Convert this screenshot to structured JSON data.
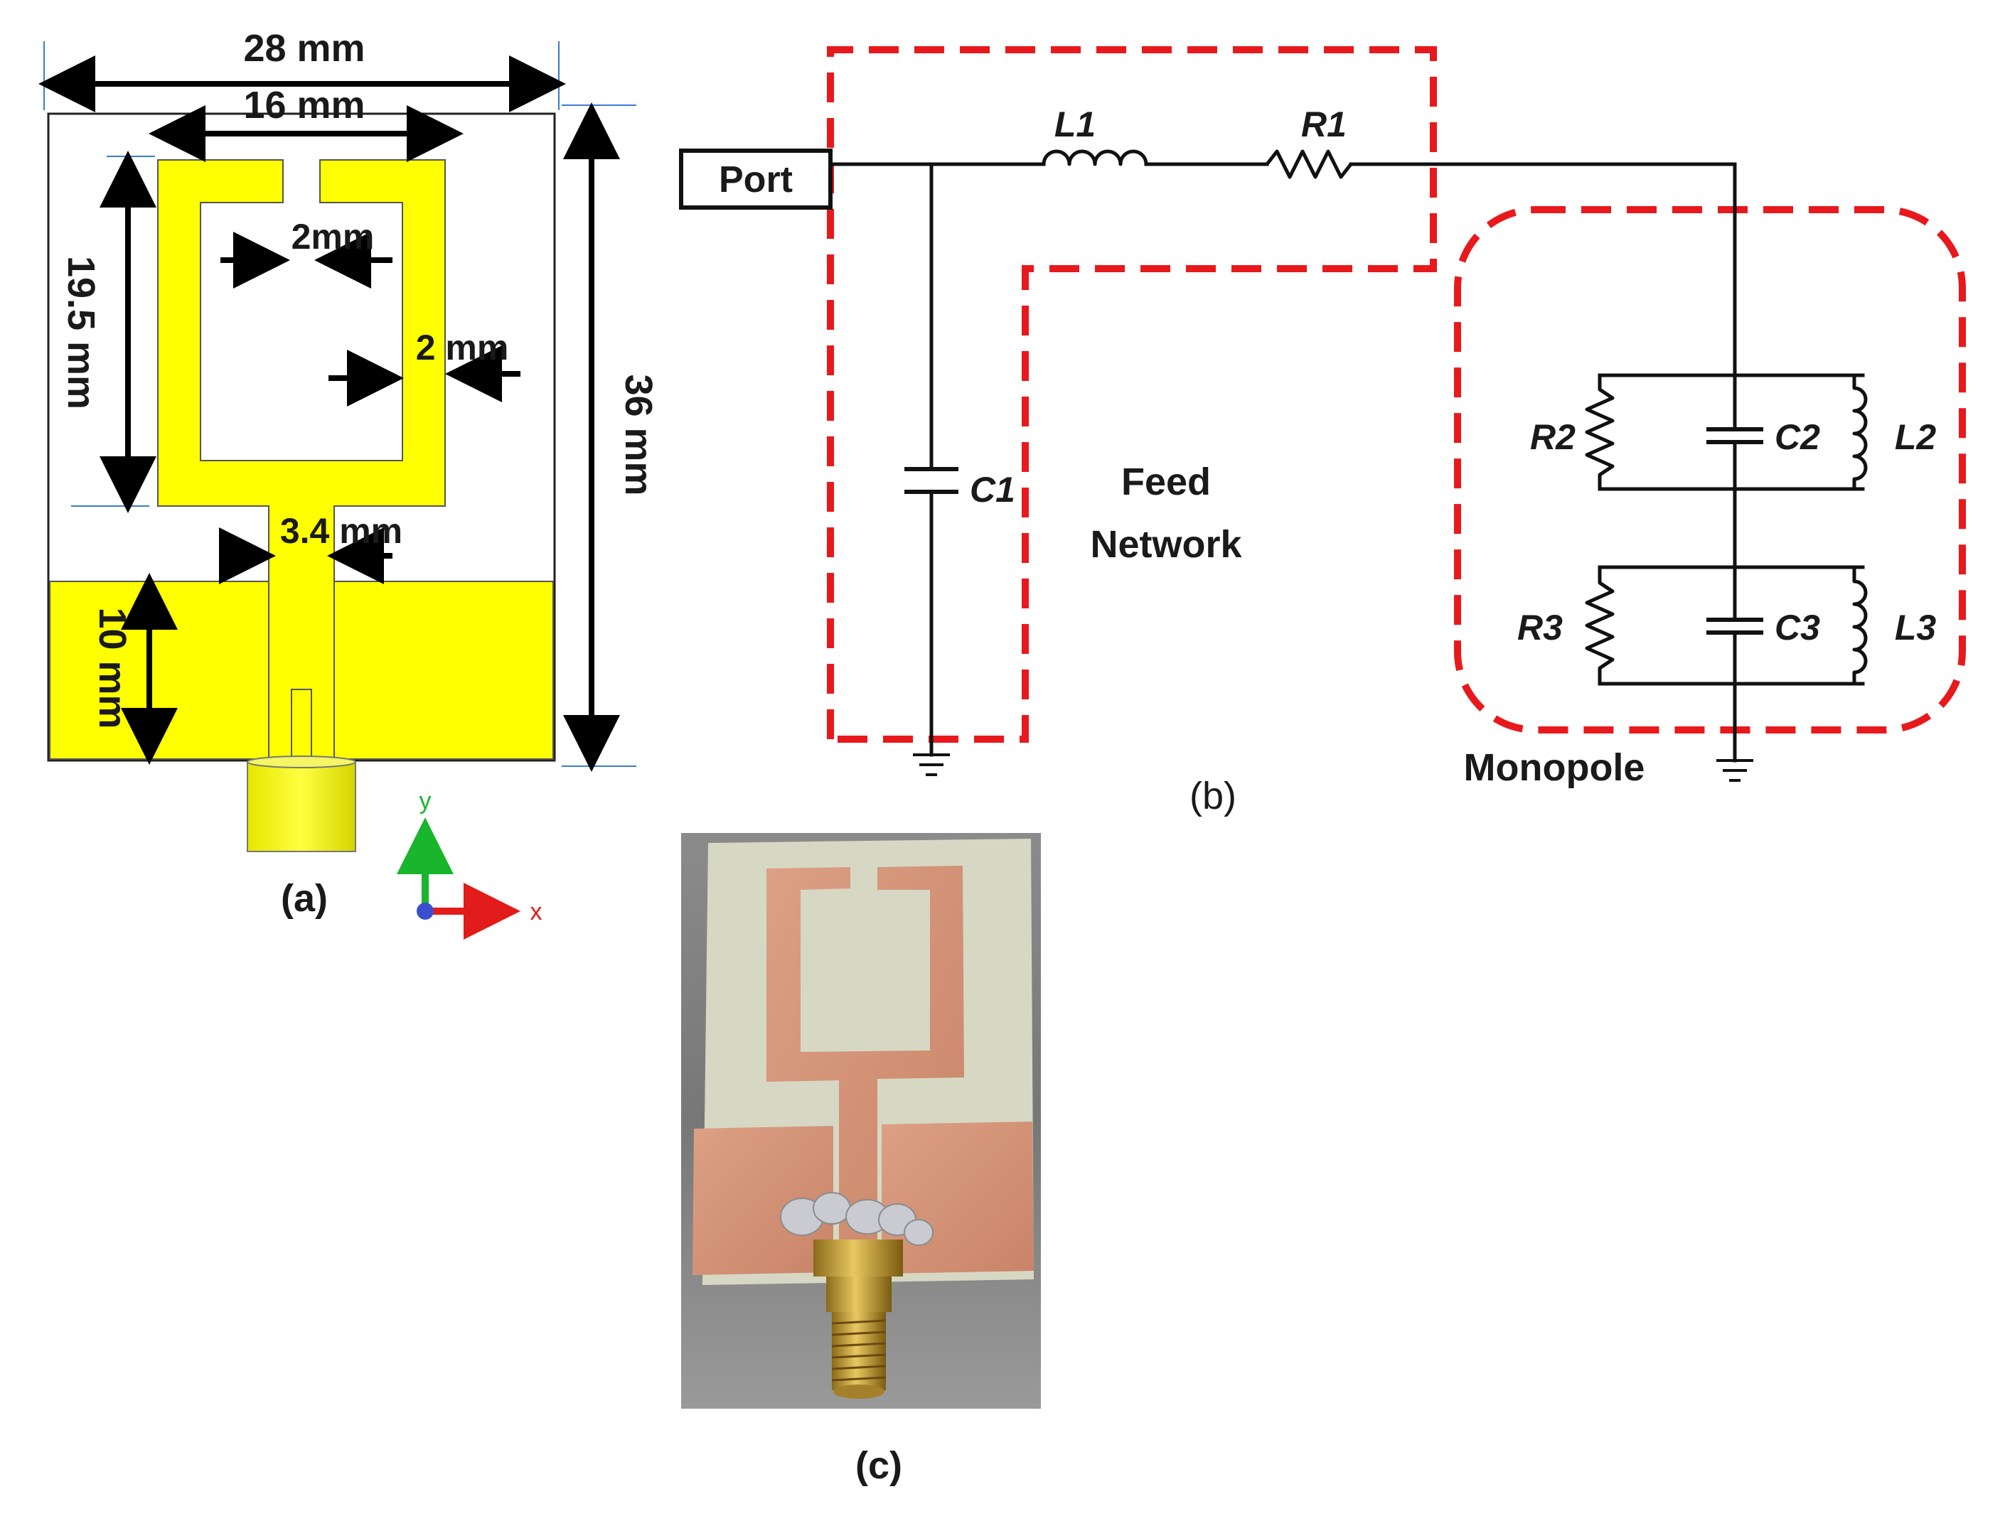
{
  "panel_a": {
    "caption": "(a)",
    "dim_width": "28 mm",
    "dim_inner": "16 mm",
    "dim_gap": "2mm",
    "dim_arm": "2 mm",
    "dim_loop_height": "19.5 mm",
    "dim_total_height": "36 mm",
    "dim_feed": "3.4 mm",
    "dim_ground": "10 mm",
    "axis_y": "y",
    "axis_x": "x",
    "colors": {
      "copper_sim": "#ffff00",
      "substrate": "#ffffff"
    }
  },
  "panel_b": {
    "caption": "(b)",
    "port_label": "Port",
    "L1": "L1",
    "R1": "R1",
    "C1": "C1",
    "R2": "R2",
    "C2": "C2",
    "L2": "L2",
    "R3": "R3",
    "C3": "C3",
    "L3": "L3",
    "feed_label_1": "Feed",
    "feed_label_2": "Network",
    "monopole_label": "Monopole",
    "colors": {
      "box": "#e8191c"
    }
  },
  "panel_c": {
    "caption": "(c)",
    "colors": {
      "copper": "#d9957a",
      "substrate": "#d8d9c8"
    }
  }
}
